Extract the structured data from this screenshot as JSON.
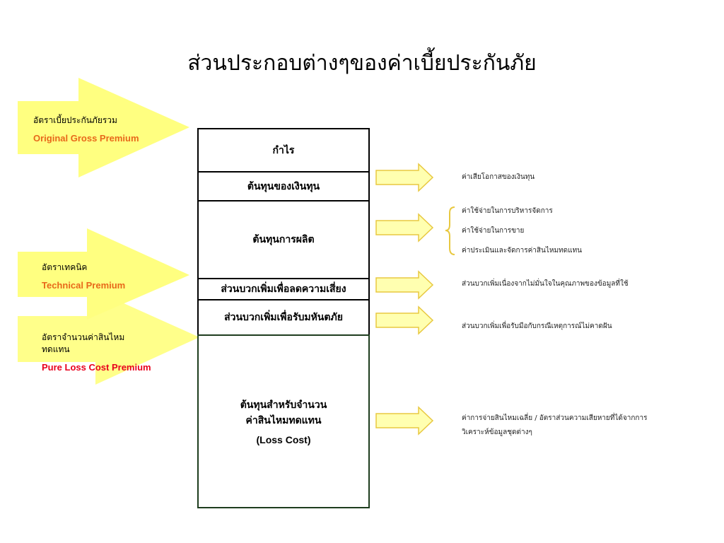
{
  "title": "ส่วนประกอบต่างๆของค่าเบี้ยประกันภัย",
  "left_labels": {
    "gross_th": "อัตราเบี้ยประกันภัยรวม",
    "gross_en": "Original Gross Premium",
    "technical_th": "อัตราเทคนิค",
    "technical_en": "Technical Premium",
    "pure_th_1": "อัตราจำนวนค่าสินไหม",
    "pure_th_2": "ทดแทน",
    "pure_en": "Pure Loss Cost Premium"
  },
  "components": [
    {
      "label": "กำไร"
    },
    {
      "label": "ต้นทุนของเงินทุน"
    },
    {
      "label": "ต้นทุนการผลิต"
    },
    {
      "label": "ส่วนบวกเพิ่มเพื่อลดความเสี่ยง"
    },
    {
      "label": "ส่วนบวกเพิ่มเพื่อรับมหันตภัย"
    },
    {
      "label_1": "ต้นทุนสำหรับจำนวน",
      "label_2": "ค่าสินไหมทดแทน",
      "label_en": "(Loss Cost)"
    }
  ],
  "notes": {
    "capital": "ค่าเสียโอกาสของเงินทุน",
    "production_1": "ค่าใช้จ่ายในการบริหารจัดการ",
    "production_2": "ค่าใช้จ่ายในการขาย",
    "production_3": "ค่าประเมินและจัดการค่าสินไหมทดแทน",
    "risk": "ส่วนบวกเพิ่มเนื่องจากไม่มั่นใจในคุณภาพของข้อมูลที่ใช้",
    "catastrophe": "ส่วนบวกเพิ่มเพื่อรับมือกับกรณีเหตุการณ์ไม่คาดฝัน",
    "loss_1": "ค่าการจ่ายสินไหมเฉลี่ย / อัตราส่วนความเสียหายที่ได้จากการ",
    "loss_2": "วิเคราะห์ข้อมูลชุดต่างๆ"
  },
  "colors": {
    "big_arrow": "#ffff80",
    "small_arrow_fill": "#ffffb0",
    "small_arrow_stroke": "#e8c840",
    "brace": "#e8c840",
    "gross_en": "#e8681a",
    "technical_en": "#e8681a",
    "pure_en": "#e8001c"
  }
}
